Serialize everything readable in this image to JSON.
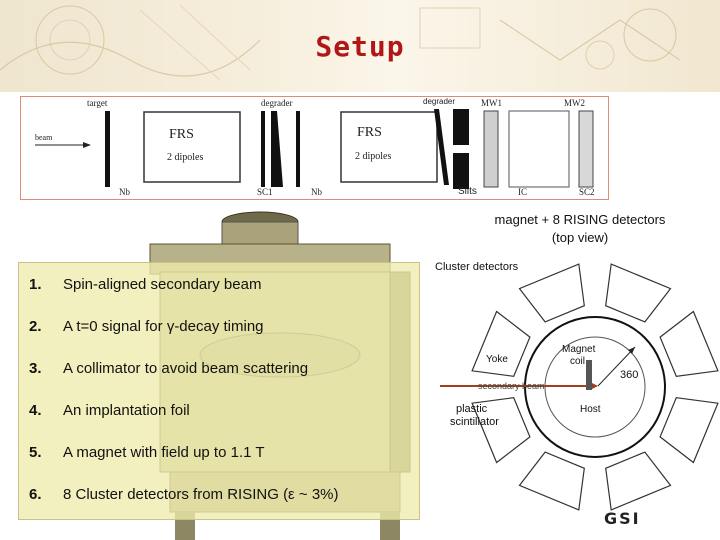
{
  "slide": {
    "title": "Setup"
  },
  "schematic": {
    "labels": {
      "target": "target",
      "degrader_1": "degrader",
      "degrader_2": "degrader",
      "mw1": "MW1",
      "mw2": "MW2",
      "beam": "beam",
      "frs_1": "FRS",
      "dipoles_1": "2 dipoles",
      "frs_2": "FRS",
      "dipoles_2": "2 dipoles",
      "nb_1": "Nb",
      "sc1": "SC1",
      "nb_2": "Nb",
      "slits": "Slits",
      "ic": "IC",
      "sc2": "SC2"
    }
  },
  "detector_caption": {
    "line1": "magnet + 8 RISING detectors",
    "line2": "(top view)"
  },
  "detector_diagram": {
    "cluster": "Cluster detectors",
    "yoke": "Yoke",
    "magnet_coil_1": "Magnet",
    "magnet_coil_2": "coil",
    "secondary_beam": "secondary beam",
    "angle": "360",
    "host": "Host",
    "plastic_1": "plastic",
    "plastic_2": "scintillator"
  },
  "list": [
    {
      "num": "1.",
      "text": "Spin-aligned secondary beam"
    },
    {
      "num": "2.",
      "text": "A t=0 signal for γ-decay timing"
    },
    {
      "num": "3.",
      "text": "A collimator to avoid beam scattering"
    },
    {
      "num": "4.",
      "text": "An implantation foil"
    },
    {
      "num": "5.",
      "text": "A magnet with field up to 1.1 T"
    },
    {
      "num": "6.",
      "text": "8 Cluster detectors from RISING (ε ~ 3%)"
    }
  ],
  "logo": {
    "text": "GSI"
  },
  "colors": {
    "title": "#b01818",
    "list_background": "#eeecac",
    "schematic_border": "#e08a7a"
  }
}
